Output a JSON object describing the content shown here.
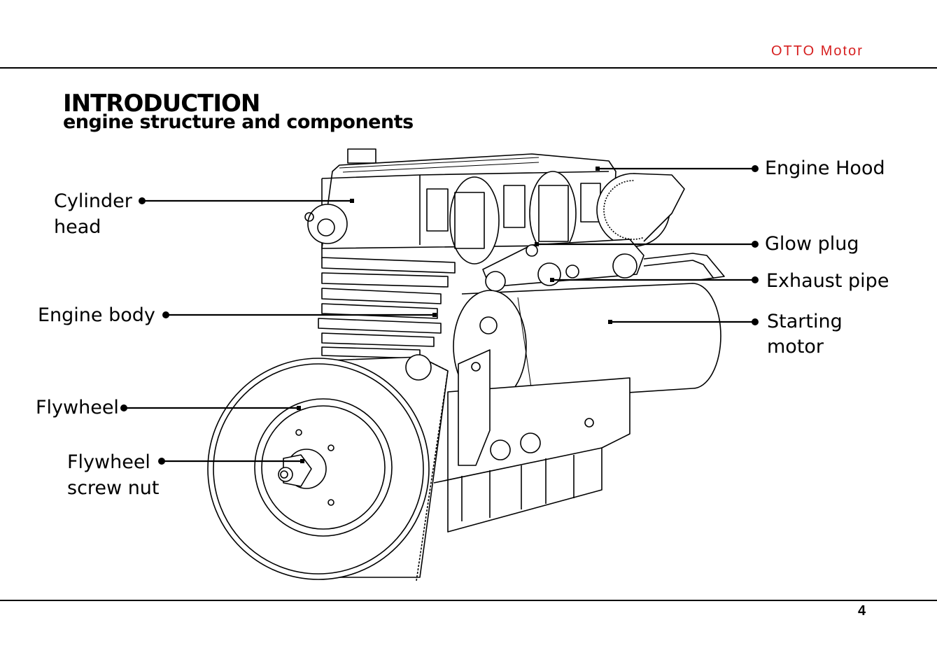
{
  "header": {
    "brand": "OTTO Motor",
    "brand_color": "#d61f1f"
  },
  "section": {
    "title": "INTRODUCTION",
    "subtitle": "engine structure and components"
  },
  "labels": {
    "engine_hood": "Engine Hood",
    "glow_plug": "Glow plug",
    "exhaust_pipe": "Exhaust pipe",
    "starting_motor_1": "Starting",
    "starting_motor_2": "motor",
    "cylinder_head_1": "Cylinder",
    "cylinder_head_2": "head",
    "engine_body": "Engine body",
    "flywheel": "Flywheel",
    "flywheel_nut_1": "Flywheel",
    "flywheel_nut_2": "screw nut"
  },
  "footer": {
    "page_number": "4"
  }
}
